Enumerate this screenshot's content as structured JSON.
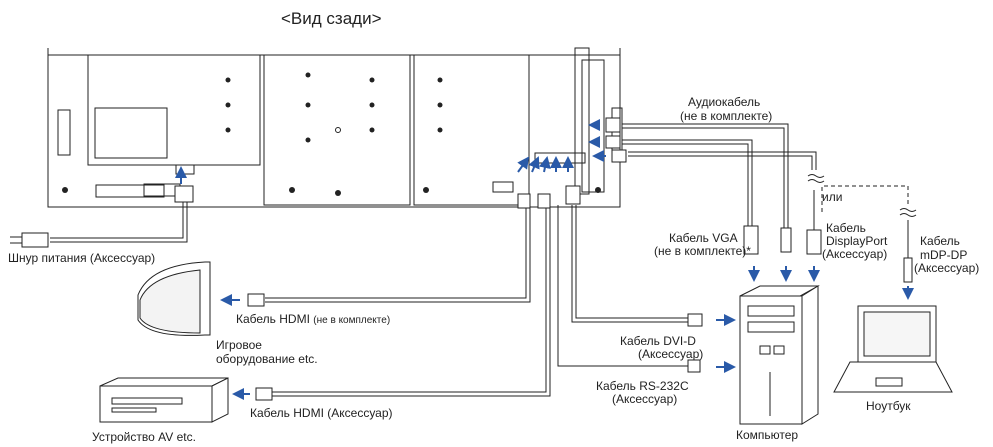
{
  "title": "<Вид сзади>",
  "labels": {
    "audio_cable_1": "Аудиокабель",
    "audio_cable_2": "(не в комплекте)",
    "or": "или",
    "vga_1": "Кабель VGA",
    "vga_2": "(не в комплекте)*",
    "dp_1": "Кабель",
    "dp_2": "DisplayPort",
    "dp_3": "(Аксессуар)",
    "mdp_1": "Кабель",
    "mdp_2": "mDP-DP",
    "mdp_3": "(Аксессуар)",
    "power": "Шнур питания (Аксессуар)",
    "hdmi_game_main": "Кабель HDMI",
    "hdmi_game_note": "(не в комплекте)",
    "game_1": "Игровое",
    "game_2": "оборудование etc.",
    "dvi_1": "Кабель DVI-D",
    "dvi_2": "(Аксессуар)",
    "rs232_1": "Кабель RS-232C",
    "rs232_2": "(Аксессуар)",
    "hdmi_av": "Кабель HDMI (Аксессуар)",
    "av": "Устройство AV etc.",
    "computer": "Компьютер",
    "notebook": "Ноутбук"
  },
  "colors": {
    "arrow": "#2a5aa8",
    "line": "#222222",
    "cable_fill": "#ffffff"
  }
}
